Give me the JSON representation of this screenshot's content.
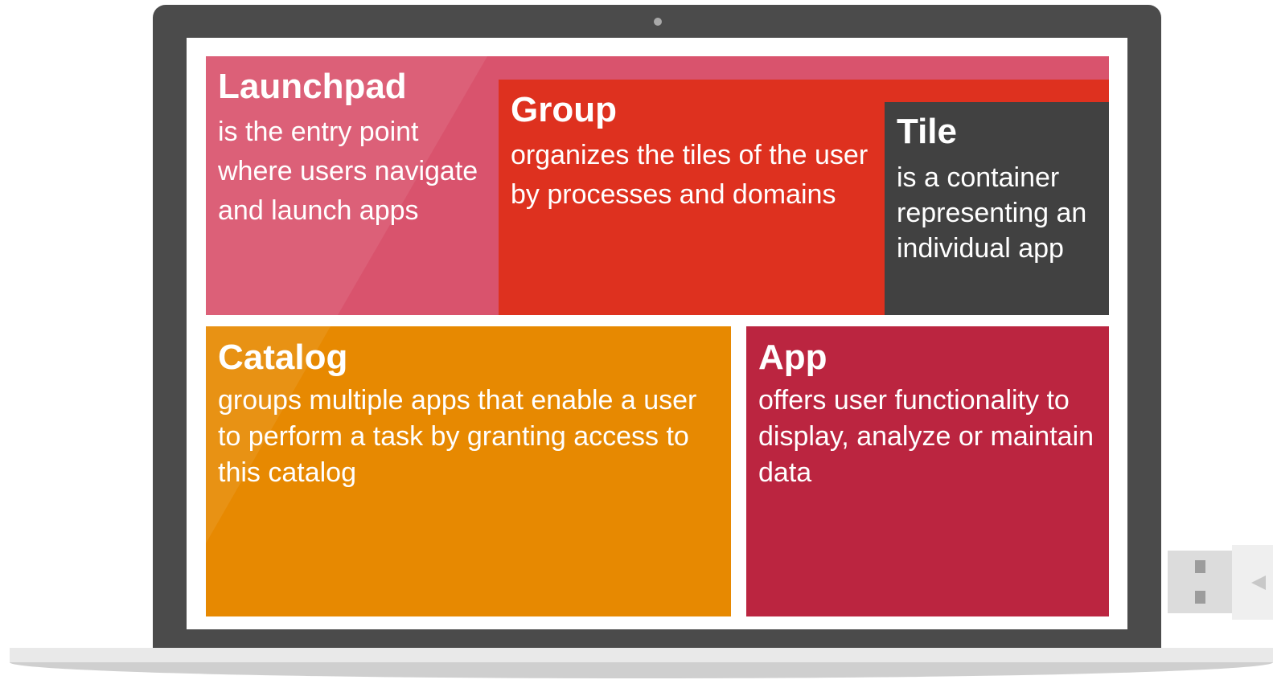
{
  "tiles": {
    "launchpad": {
      "title": "Launchpad",
      "description": "is the entry point where users navigate and launch apps",
      "color": "#d9536d"
    },
    "group": {
      "title": "Group",
      "description": "organizes the tiles of the user by processes and domains",
      "color": "#de311f"
    },
    "tile": {
      "title": "Tile",
      "description": "is a container representing an individual app",
      "color": "#414141"
    },
    "catalog": {
      "title": "Catalog",
      "description": "groups multiple apps that enable a user to perform a task by granting access to this catalog",
      "color": "#e78901"
    },
    "app": {
      "title": "App",
      "description": "offers user functionality to display, analyze or maintain data",
      "color": "#bb2540"
    }
  },
  "device": {
    "frame_color": "#4b4b4b",
    "screen_color": "#ffffff"
  }
}
